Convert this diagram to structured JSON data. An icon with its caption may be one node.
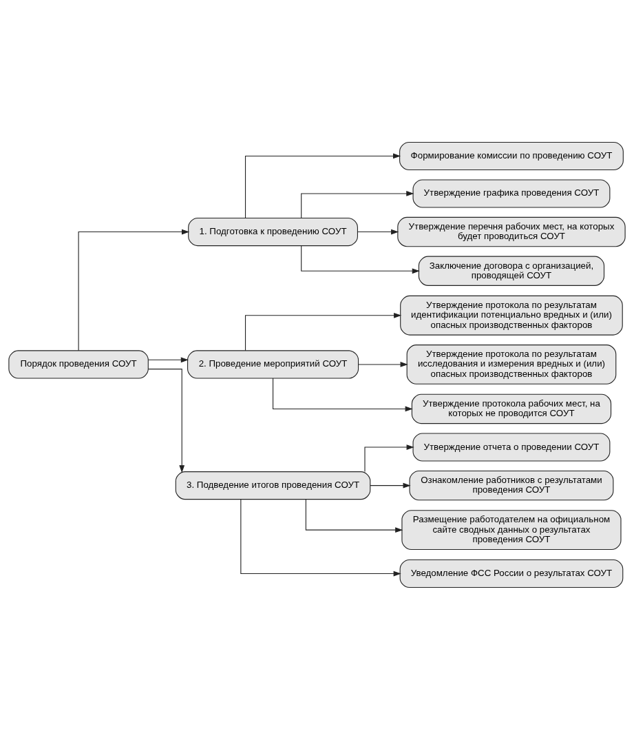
{
  "diagram": {
    "nodes": [
      {
        "text": [
          "Порядок проведения СОУТ"
        ]
      },
      {
        "text": [
          "1. Подготовка к проведению СОУТ"
        ]
      },
      {
        "text": [
          "Формирование комиссии по проведению СОУТ"
        ]
      },
      {
        "text": [
          "Утверждение графика проведения СОУТ"
        ]
      },
      {
        "text": [
          "Утверждение перечня рабочих мест, на которых будет проводиться СОУТ"
        ]
      },
      {
        "text": [
          "Заключение договора с организацией, проводящей СОУТ"
        ]
      },
      {
        "text": [
          "2. Проведение мероприятий СОУТ"
        ]
      },
      {
        "text": [
          "Утверждение протокола по результатам идентификации потенциально вредных и (или) опасных производственных факторов"
        ]
      },
      {
        "text": [
          "Утверждение протокола по результатам исследования и измерения вредных и (или) опасных производственных факторов"
        ]
      },
      {
        "text": [
          "Утверждение протокола рабочих мест, на которых не проводится СОУТ"
        ]
      },
      {
        "text": [
          "3. Подведение итогов проведения СОУТ"
        ]
      },
      {
        "text": [
          "Утверждение отчета о проведении СОУТ"
        ]
      },
      {
        "text": [
          "Ознакомление работников с результатами проведения СОУТ"
        ]
      },
      {
        "text": [
          "Размещение работодателем на официальном сайте сводных данных о результатах проведения СОУТ"
        ]
      },
      {
        "text": [
          "Уведомление ФСС России о результатах СОУТ"
        ]
      }
    ],
    "edges": [
      {
        "from": 0,
        "to": 1,
        "arrow": "to"
      },
      {
        "from": 1,
        "to": 2,
        "arrow": "to"
      },
      {
        "from": 1,
        "to": 3,
        "arrow": "to"
      },
      {
        "from": 1,
        "to": 4,
        "arrow": "to"
      },
      {
        "from": 1,
        "to": 5,
        "arrow": "to"
      },
      {
        "from": 0,
        "to": 6,
        "arrow": "to"
      },
      {
        "from": 6,
        "to": 7,
        "arrow": "to"
      },
      {
        "from": 6,
        "to": 8,
        "arrow": "to"
      },
      {
        "from": 6,
        "to": 9,
        "arrow": "to"
      },
      {
        "from": 0,
        "to": 10,
        "arrow": "to"
      },
      {
        "from": 10,
        "to": 11,
        "arrow": "to"
      },
      {
        "from": 10,
        "to": 12,
        "arrow": "to"
      },
      {
        "from": 10,
        "to": 13,
        "arrow": "to"
      },
      {
        "from": 10,
        "to": 14,
        "arrow": "to"
      }
    ]
  }
}
